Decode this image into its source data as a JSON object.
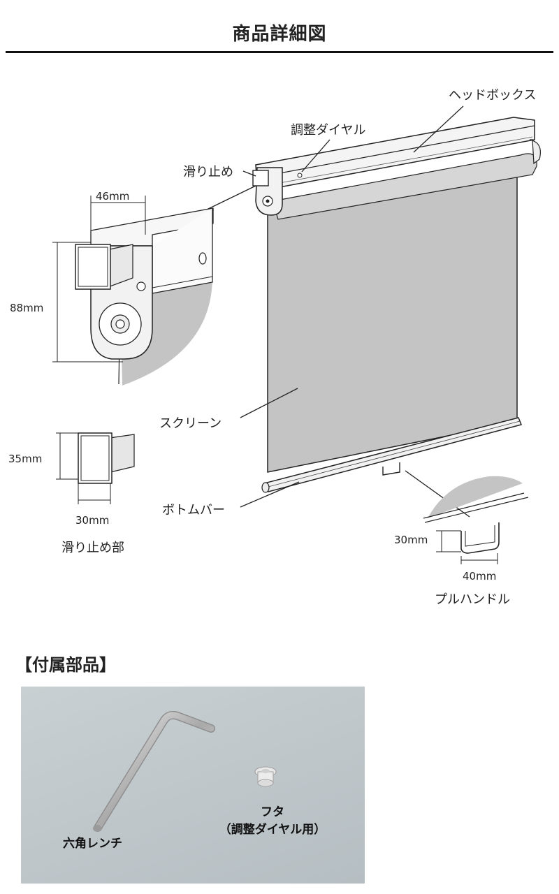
{
  "title": "商品詳細図",
  "labels": {
    "head_box": "ヘッドボックス",
    "adjust_dial": "調整ダイヤル",
    "slip_stop": "滑り止め",
    "screen": "スクリーン",
    "bottom_bar": "ボトムバー",
    "slip_stop_part": "滑り止め部",
    "pull_handle": "プルハンドル"
  },
  "dimensions": {
    "bracket_width": "46mm",
    "bracket_height": "88mm",
    "slip_height": "35mm",
    "slip_width": "30mm",
    "handle_height": "30mm",
    "handle_width": "40mm"
  },
  "accessories": {
    "heading": "【付属部品】",
    "wrench": "六角レンチ",
    "cap": "フタ",
    "cap_note": "（調整ダイヤル用）"
  },
  "colors": {
    "screen_fill": "#c4c4c4",
    "line": "#222222",
    "photo_bg": "#c3cacd"
  }
}
